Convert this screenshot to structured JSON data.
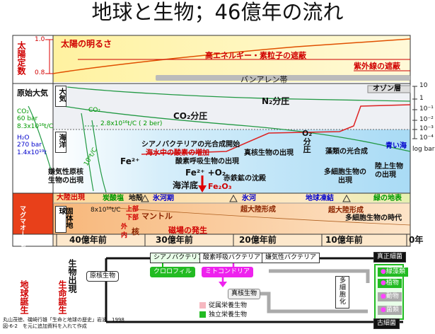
{
  "title": "地球と生物；46億年の流れ",
  "left_labels": {
    "sun": "太陽定数",
    "atmos_primitive": "原始大気",
    "atmos": "大気",
    "ocean": "海洋",
    "magma": "マグマオーシャン",
    "solid_earth": "固体地球",
    "earth_birth": "地球誕生",
    "life_birth": "生命誕生",
    "bio_appear": "生物出現"
  },
  "sun_axis": {
    "top": "1.0",
    "bottom": "0.8"
  },
  "sun_band": {
    "sun_brightness": "太陽の明るさ",
    "high_energy": "高エネルギー・素粒子の遮蔽",
    "uv": "紫外線の遮蔽",
    "van_allen": "バンアレン帯",
    "ozone": "オゾン層"
  },
  "atmos": {
    "co2_init": "CO₂\n60 bar\n8.3x10¹⁶t/C",
    "h2o_init": "H₂O\n270 bar\n1.4x10¹⁹t",
    "co2_left": "CO₂",
    "co2_rate1": "2.8x10¹⁶t/C ( 2 ber)",
    "co2_rate2": "10⁶t/C",
    "n2": "N₂分圧",
    "co2_press": "CO₂分圧",
    "o2": "O₂\n分\n圧",
    "right_axis": [
      "10",
      "1",
      "10⁻¹",
      "10⁻²",
      "10⁻³",
      "10⁻⁴"
    ],
    "log_bar": "log bar"
  },
  "ocean": {
    "fe2": "Fe²⁺",
    "cyano": "シアノバクテリアの光合成開始",
    "oxygen_inc": "海水中の酸素の増加",
    "aerobic": "酸素呼吸生物の出現",
    "euk": "真核生物の出現",
    "algae": "藻類の光合成",
    "blue_sea": "青い海",
    "anaerobic": "嫌気性原核\n生物の出現",
    "fe_o2": "Fe²⁺ +O₂",
    "seafloor": "海洋底",
    "fe2o3": "Fe₂O₃",
    "bif": "赤鉄鉱の沈殿",
    "multicell": "多細胞生物の\n出現",
    "land_bio": "陸上生物\nの出現"
  },
  "surface_band": {
    "land_appear": "大陸出現",
    "carbonate": "炭酸塩",
    "shield": "地殻",
    "ice1": "氷河期",
    "ice2": "氷河",
    "freeze": "地球凍結",
    "green_land": "緑の地表"
  },
  "crust_band": {
    "co2_rate3": "8x10¹⁶t/C",
    "upper_mantle": "上部\n下部",
    "mantle": "マントル",
    "outer": "外\n内",
    "core": "核",
    "super1": "超大陸形成",
    "super2": "超大陸形成",
    "geomag": "磁場の発生",
    "multicell_era": "多細胞生物の時代"
  },
  "timeline": {
    "labels": [
      "40億年前",
      "30億年前",
      "20億年前",
      "10億年前",
      "0年"
    ]
  },
  "lineage": {
    "prokaryote": "原核生物",
    "cyano": "シアノバクテリア",
    "aerobic_bact": "酸素呼吸バクテリア",
    "anaerobic_bact": "嫌気性バクテリア",
    "chlorophyll": "クロロフィル",
    "mito": "ミトコンドリア",
    "euk": "真核生物",
    "multicell": "多\n細\n胞\n化",
    "true_bact": "真正細菌",
    "archaea": "古細菌",
    "algae": "緑藻類",
    "plants": "植物",
    "animals": "動物",
    "fungi": "菌類",
    "legend1": "従属栄養生物",
    "legend2": "独立栄養生物"
  },
  "footnote": "丸山茂徳、磯崎行雄「生命と地球の歴史」岩波　1998\n図-6-2　を元に追加資料を入れて作成",
  "colors": {
    "sun_band": "#fff6c8",
    "atmos_band": "#e8ecf4",
    "ocean_band": "#c6e8f8",
    "surface_band": "#fde6b8",
    "crust_band": "#fbd6b0",
    "magma": "#e8401a"
  }
}
